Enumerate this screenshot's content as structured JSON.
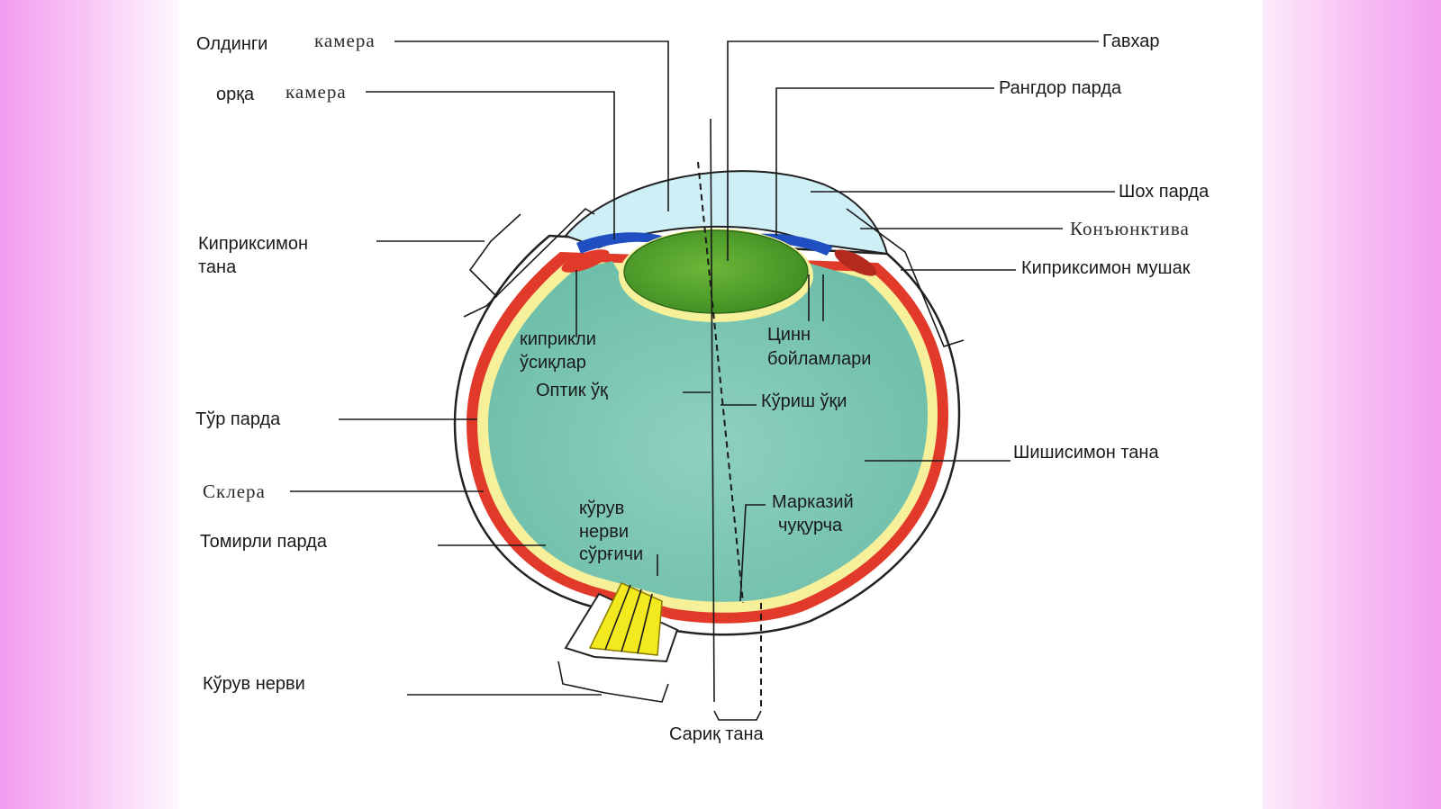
{
  "labels": {
    "anterior_label": "Олдинги",
    "anterior_chamber": "камера",
    "posterior_label": "орқа",
    "posterior_chamber": "камера",
    "lens": "Гавхар",
    "iris": "Рангдор парда",
    "cornea": "Шох парда",
    "conjunctiva": "Конъюнктива",
    "ciliary_body_line1": "Киприксимон",
    "ciliary_body_line2": "тана",
    "ciliary_muscle": "Киприксимон мушак",
    "ciliary_processes_line1": "киприкли",
    "ciliary_processes_line2": "ўсиқлар",
    "zinn_line1": "Цинн",
    "zinn_line2": "бойламлари",
    "optic_axis": "Оптик ўқ",
    "visual_axis": "Кўриш ўқи",
    "retina": "Тўр парда",
    "vitreous_body": "Шишисимон тана",
    "sclera": "Склера",
    "fovea_line1": "Марказий",
    "fovea_line2": "чуқурча",
    "optic_disc_line1": "кўрув",
    "optic_disc_line2": "нерви",
    "optic_disc_line3": "сўрғичи",
    "choroid": "Томирли парда",
    "optic_nerve": "Кўрув нерви",
    "macula": "Сариқ тана"
  },
  "colors": {
    "vitreous": "#7fc7b6",
    "lens": "#5faa2e",
    "cornea": "#cfeff7",
    "iris": "#1f4fc0",
    "choroid": "#e23a2a",
    "retina_layer": "#f7f09a",
    "optic_nerve": "#f2ea1e"
  }
}
